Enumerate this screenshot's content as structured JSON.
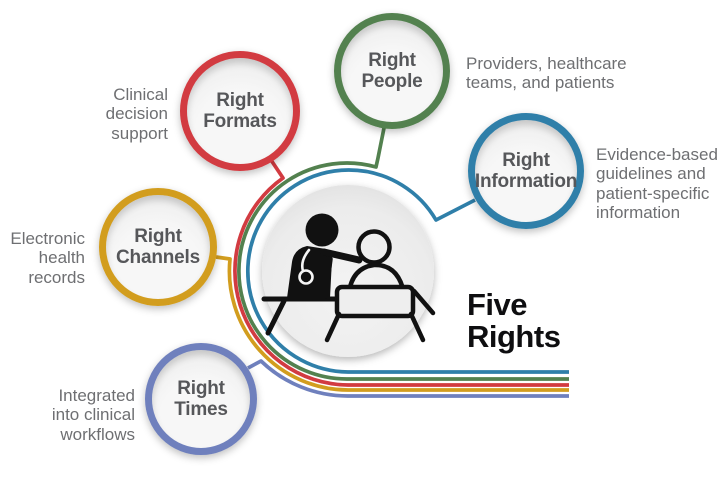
{
  "title": {
    "line1": "Five",
    "line2": "Rights"
  },
  "center": {
    "icon": "clinician-patient-consult-icon",
    "fill": "#ececec"
  },
  "nodes": [
    {
      "id": "formats",
      "label": "Right\nFormats",
      "caption": "Clinical\ndecision\nsupport",
      "color": "#d23b41"
    },
    {
      "id": "people",
      "label": "Right\nPeople",
      "caption": "Providers, healthcare\nteams, and patients",
      "color": "#53814f"
    },
    {
      "id": "information",
      "label": "Right\nInformation",
      "caption": "Evidence-based\nguidelines and\npatient-specific\ninformation",
      "color": "#2f7fa9"
    },
    {
      "id": "channels",
      "label": "Right\nChannels",
      "caption": "Electronic\nhealth\nrecords",
      "color": "#d29d1e"
    },
    {
      "id": "times",
      "label": "Right\nTimes",
      "caption": "Integrated\ninto clinical\nworkflows",
      "color": "#6f80bd"
    }
  ],
  "text_colors": {
    "label": "#56575a",
    "caption": "#6e6f72",
    "title": "#0e0e10"
  }
}
